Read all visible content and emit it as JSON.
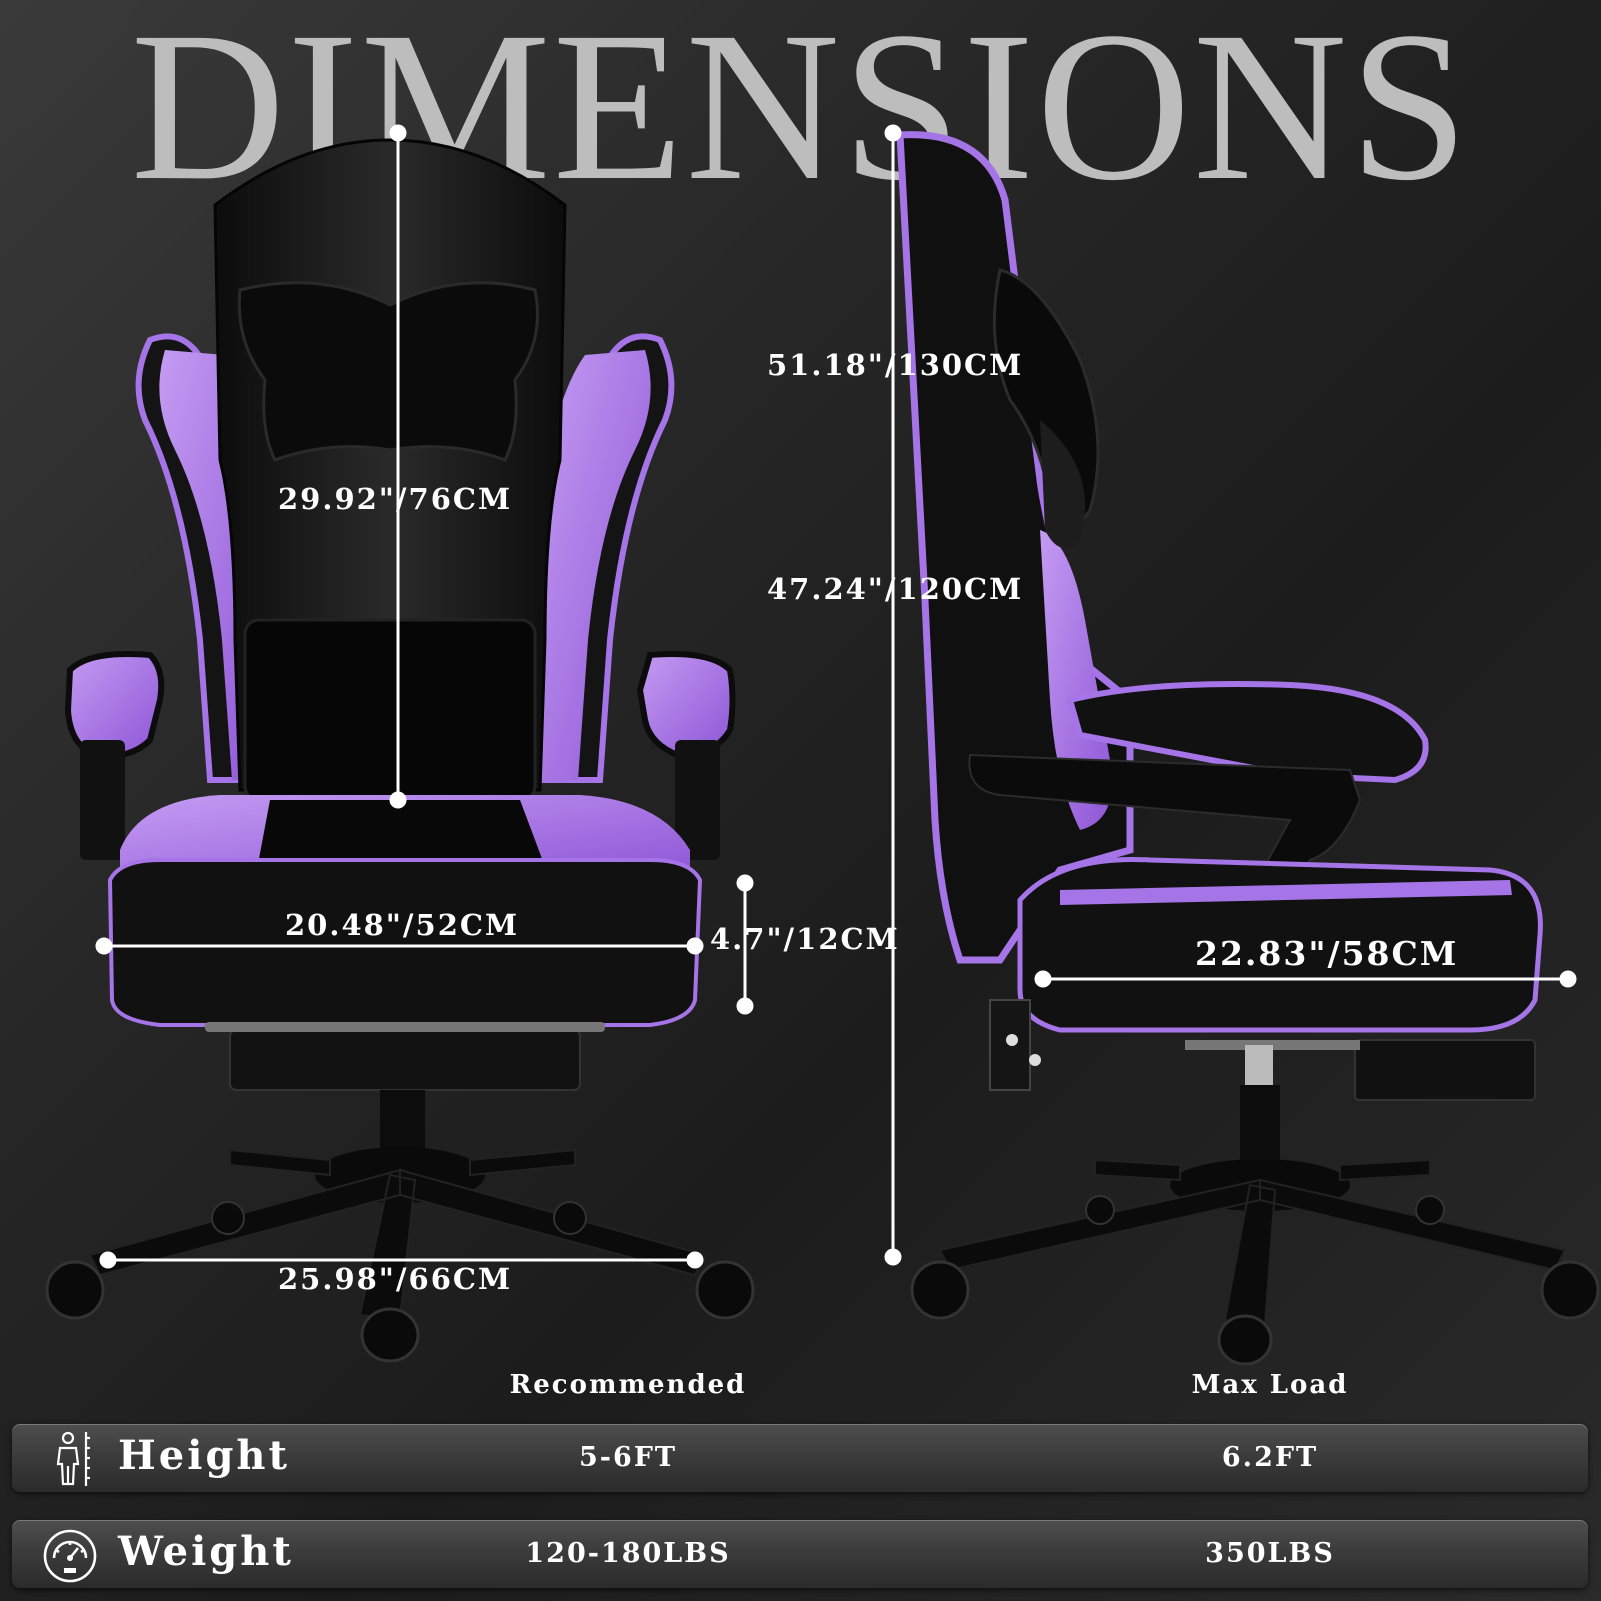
{
  "title": "DIMENSIONS",
  "front_view": {
    "backrest_height": "29.92\"/76CM",
    "seat_width": "20.48\"/52CM",
    "cushion_thickness": "4.7\"/12CM",
    "base_width": "25.98\"/66CM"
  },
  "side_view": {
    "max_height": "51.18\"/130CM",
    "min_height": "47.24\"/120CM",
    "seat_depth": "22.83\"/58CM"
  },
  "table": {
    "col_recommended": "Recommended",
    "col_max_load": "Max Load",
    "rows": [
      {
        "label": "Height",
        "icon": "person-height-icon",
        "recommended": "5-6FT",
        "max": "6.2FT"
      },
      {
        "label": "Weight",
        "icon": "weight-scale-icon",
        "recommended": "120-180LBS",
        "max": "350LBS"
      }
    ]
  },
  "colors": {
    "accent": "#a574e6",
    "chair": "#111111",
    "title": "#bdbdbd",
    "line": "#ffffff"
  }
}
